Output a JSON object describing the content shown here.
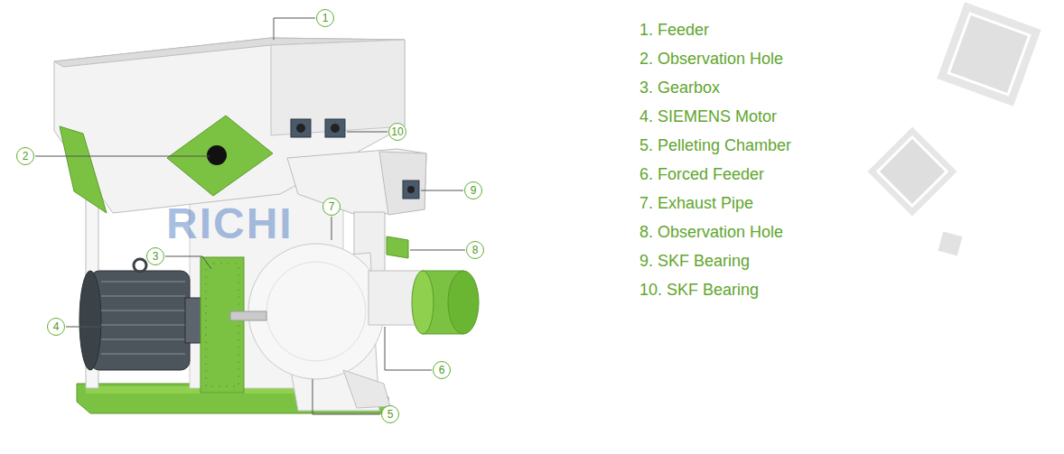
{
  "diagram": {
    "labels": [
      "1",
      "2",
      "3",
      "4",
      "5",
      "6",
      "7",
      "8",
      "9",
      "10",
      "1. Feeder",
      "2. Observation Hole",
      "3. Gearbox",
      "4. SIEMENS Motor",
      "5. Pelleting Chamber",
      "6. Forced Feeder",
      "7. Exhaust Pipe",
      "8. Observation Hole",
      "9. SKF Bearing",
      "10. SKF Bearing",
      "RICHI"
    ]
  }
}
